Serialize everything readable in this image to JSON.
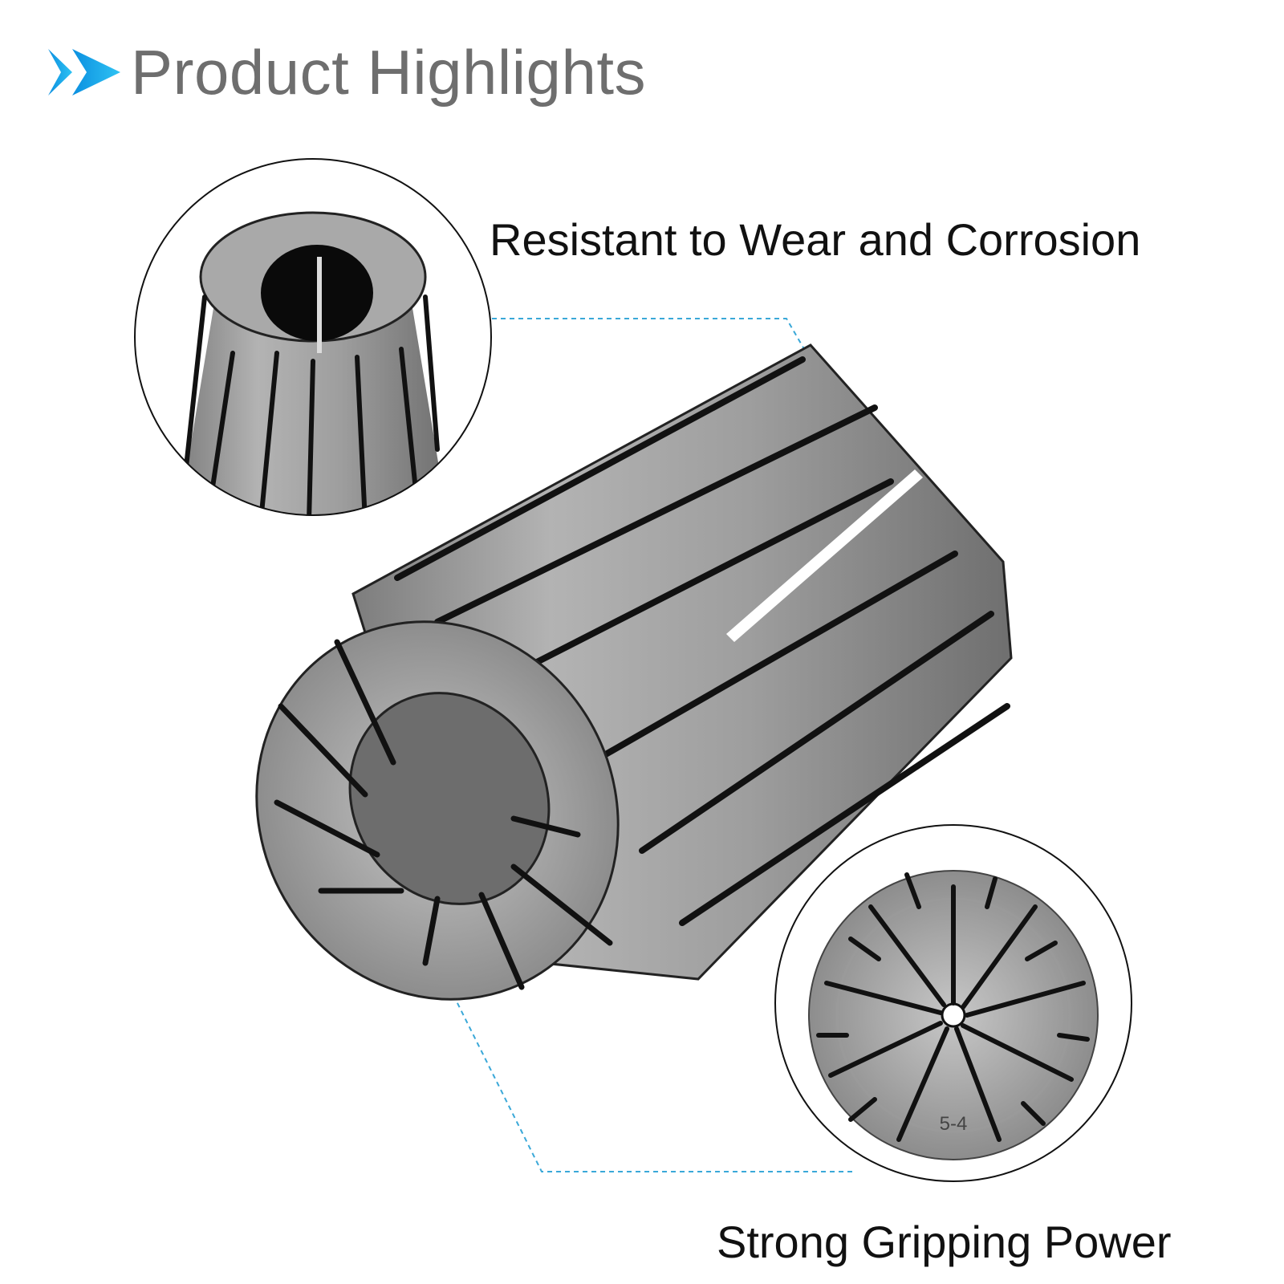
{
  "header": {
    "title": "Product Highlights",
    "icon": "double-chevron-right-icon",
    "accent_color": "#1aa7e6"
  },
  "features": [
    {
      "label": "Resistant to Wear and Corrosion",
      "icon": "collet-top-view-icon"
    },
    {
      "label": "Strong Gripping Power",
      "icon": "collet-face-view-icon"
    }
  ],
  "product": {
    "name": "spring-collet",
    "size_marking": "5-4",
    "callout_color": "#3aa8d8"
  }
}
